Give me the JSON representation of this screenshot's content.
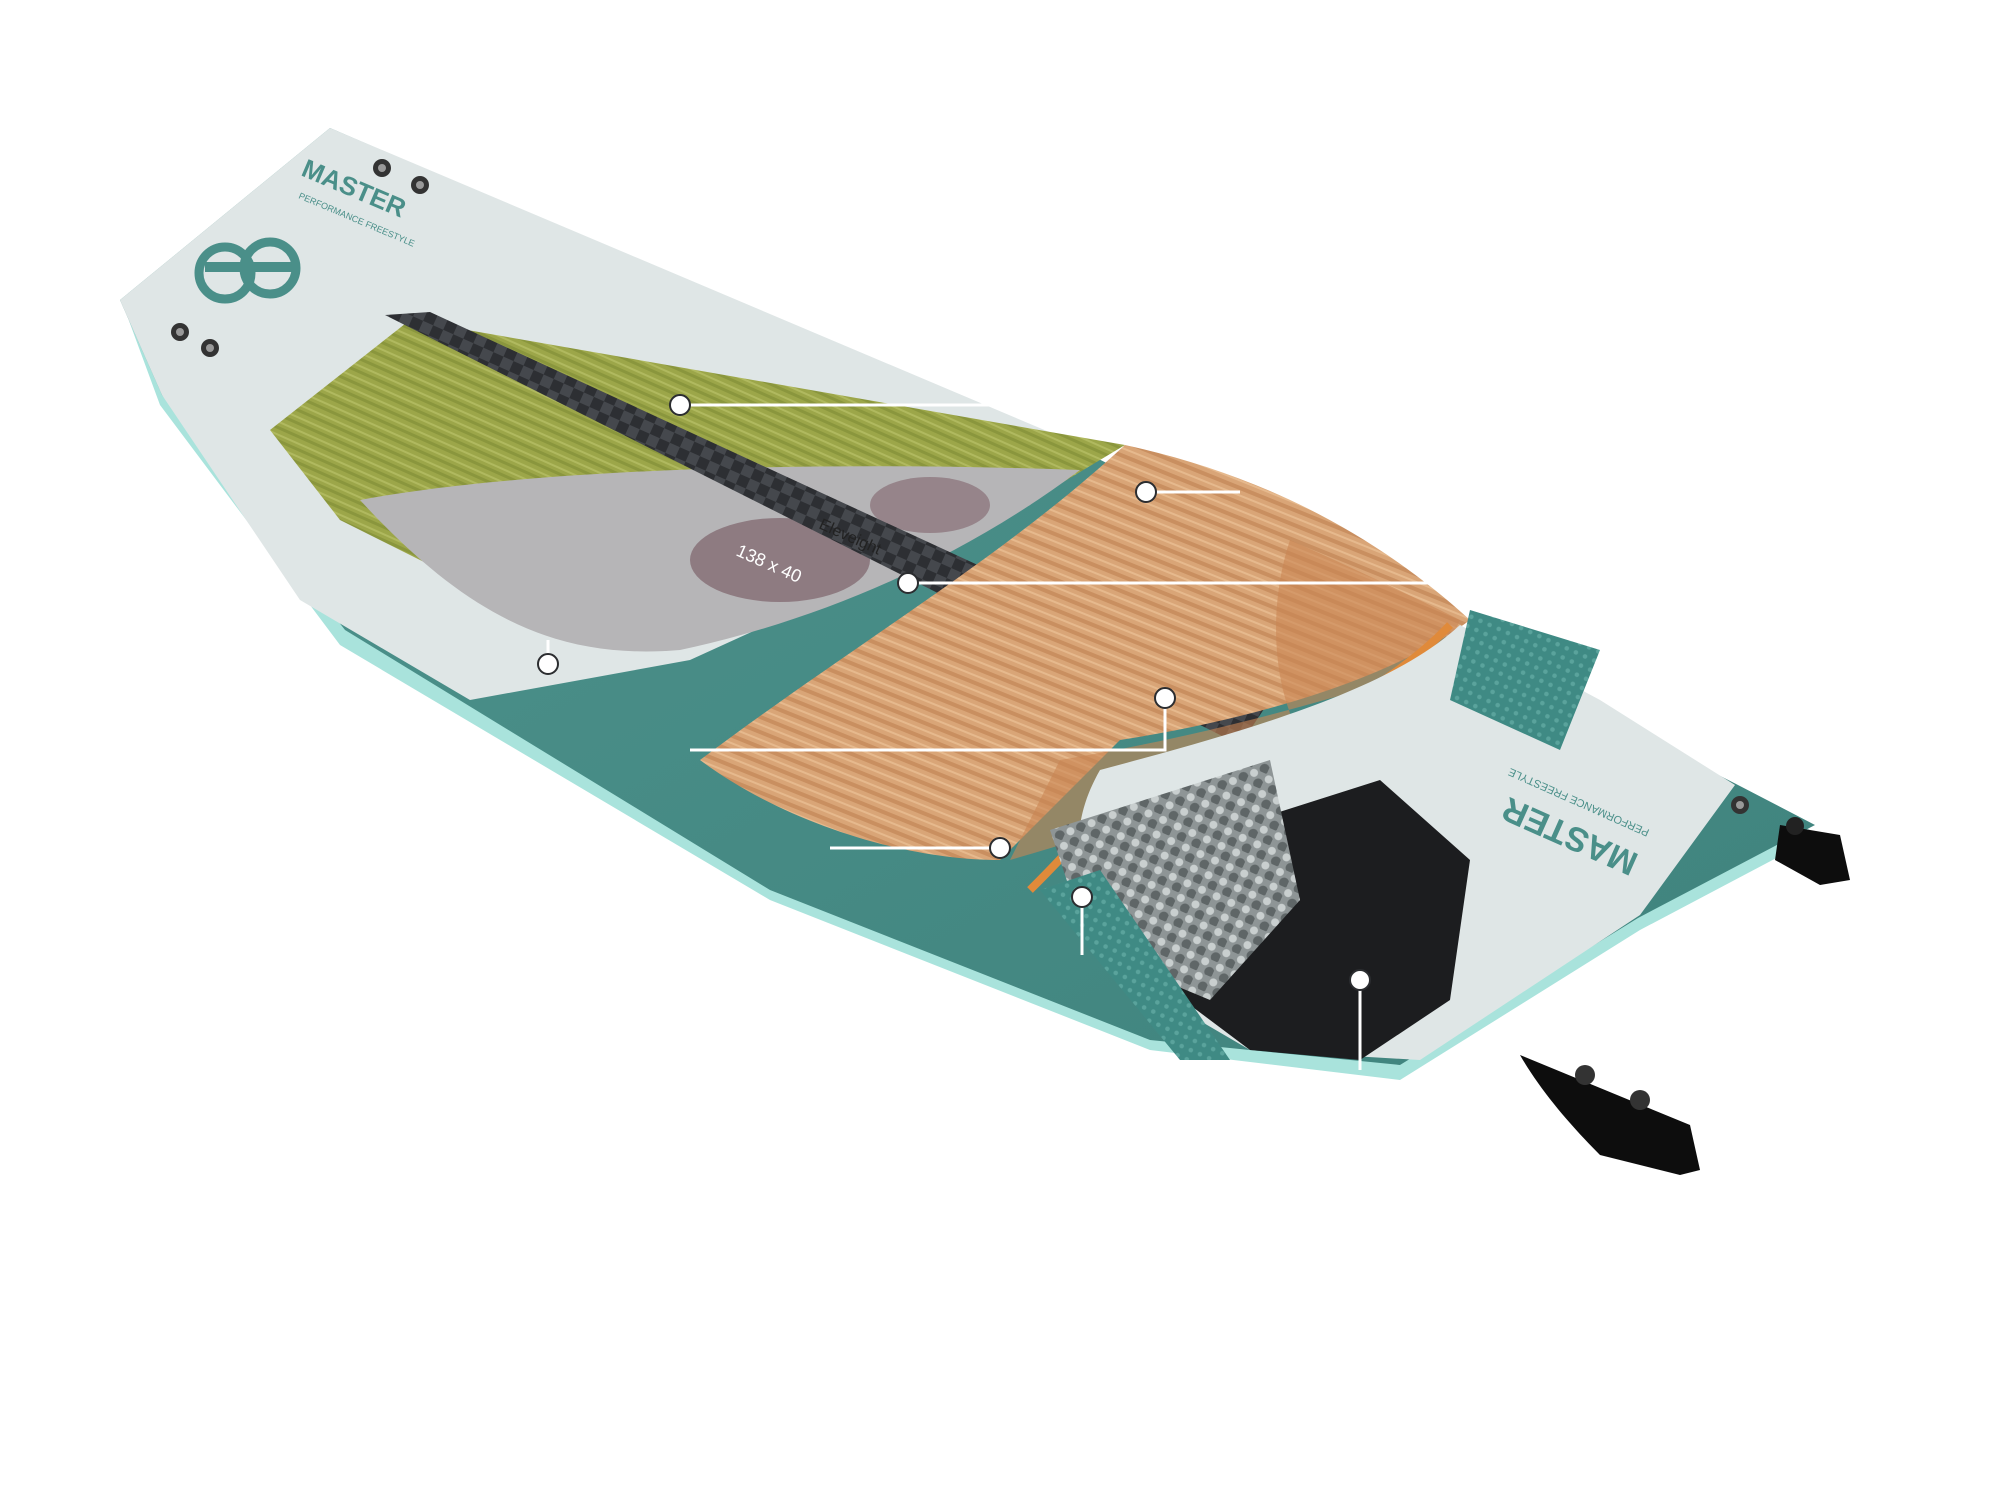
{
  "board": {
    "brand_top": "MASTER",
    "brand_bottom": "MASTER",
    "tagline": "PERFORMANCE FREESTYLE",
    "spec_label": "138 x 40",
    "maker_label": "Eleveight",
    "logo_icon": "eleveight-logo-icon"
  },
  "colors": {
    "teal": "#4a8f89",
    "teal_dark": "#3b7a75",
    "mint_edge": "#a9e3dc",
    "light": "#dfe6e6",
    "bamboo": "#9aa64a",
    "wood": "#d6a173",
    "wood_dark": "#b9784a",
    "carbon": "#2b2d30",
    "fin": "#0d0d0d"
  }
}
